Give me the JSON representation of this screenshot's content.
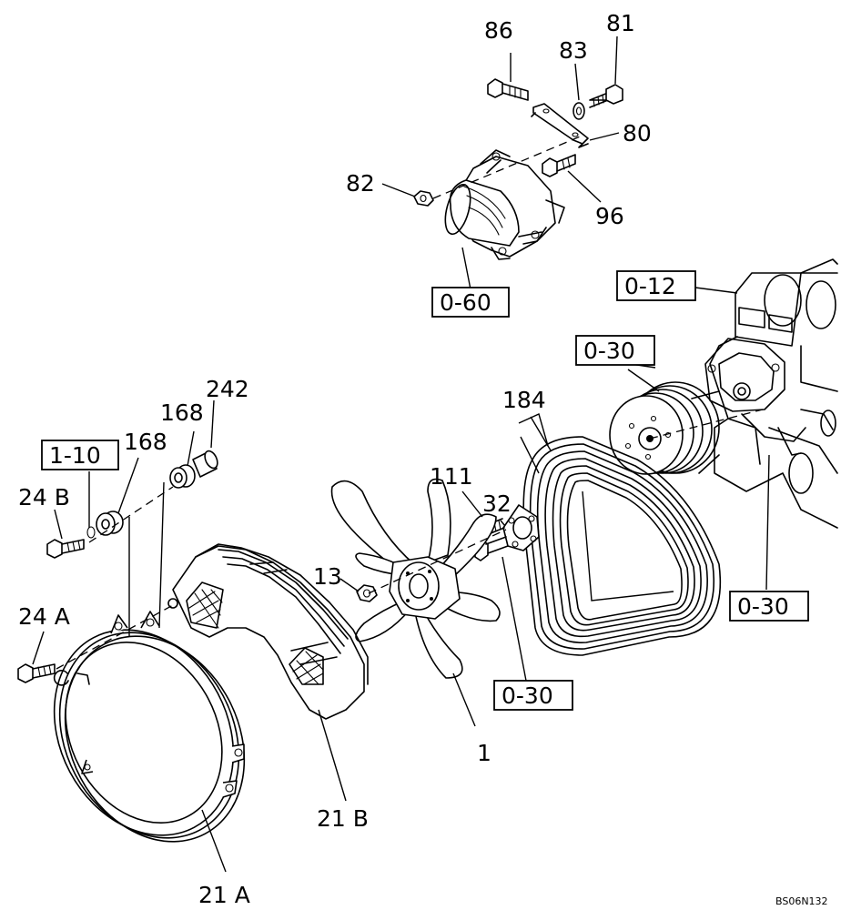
{
  "labels": {
    "p86": "86",
    "p83": "83",
    "p81": "81",
    "p80": "80",
    "p82": "82",
    "p96": "96",
    "p242": "242",
    "p168a": "168",
    "p168b": "168",
    "p184": "184",
    "p32": "32",
    "p111": "111",
    "p24b": "24 B",
    "p24a": "24 A",
    "p13": "13",
    "p1": "1",
    "p21b": "21 B",
    "p21a": "21 A"
  },
  "refs": {
    "r060": "0-60",
    "r012": "0-12",
    "r030a": "0-30",
    "r030b": "0-30",
    "r030c": "0-30",
    "r110": "1-10"
  },
  "drawing_code": "BS06N132"
}
